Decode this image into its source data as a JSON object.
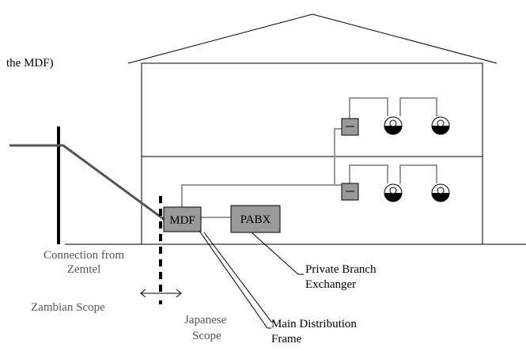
{
  "header_fragment": "the MDF)",
  "boxes": {
    "mdf": "MDF",
    "pabx": "PABX"
  },
  "labels": {
    "connection_line1": "Connection  from",
    "connection_line2": "Zemtel",
    "zambian_scope": "Zambian Scope",
    "japanese_line1": "Japanese",
    "japanese_line2": "Scope",
    "pbx_line1": "Private Branch",
    "pbx_line2": "Exchanger",
    "mdf_line1": "Main Distribution",
    "mdf_line2": "Frame"
  },
  "colors": {
    "cable": "#999999",
    "drop_cable": "#555555",
    "box_fill": "#999999",
    "gray_text": "#555555"
  }
}
